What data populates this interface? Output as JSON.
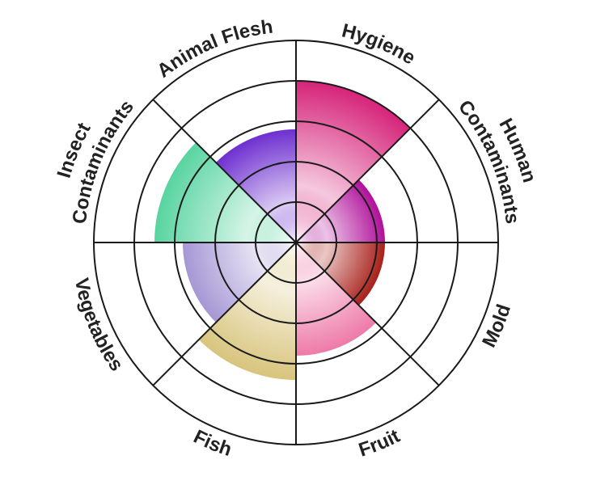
{
  "chart_data": {
    "type": "polar-area",
    "title": "",
    "rlim": [
      0,
      5
    ],
    "grid": true,
    "start_category": "Hygiene",
    "direction": "clockwise",
    "categories": [
      {
        "name": "Hygiene",
        "lines": [
          "Hygiene"
        ],
        "value": 4,
        "color": "#d6247a"
      },
      {
        "name": "Human Contaminants",
        "lines": [
          "Human",
          "Contaminants"
        ],
        "value": 2.2,
        "color": "#b0109a"
      },
      {
        "name": "Mold",
        "lines": [
          "Mold"
        ],
        "value": 2.2,
        "color": "#a8201a"
      },
      {
        "name": "Fruit",
        "lines": [
          "Fruit"
        ],
        "value": 2.8,
        "color": "#ee7aa8"
      },
      {
        "name": "Fish",
        "lines": [
          "Fish"
        ],
        "value": 3.4,
        "color": "#d8c47c"
      },
      {
        "name": "Vegetables",
        "lines": [
          "Vegetables"
        ],
        "value": 2.8,
        "color": "#a597d4"
      },
      {
        "name": "Insect Contaminants",
        "lines": [
          "Insect",
          "Contaminants"
        ],
        "value": 3.5,
        "color": "#58d4a0"
      },
      {
        "name": "Animal Flesh",
        "lines": [
          "Animal Flesh"
        ],
        "value": 2.8,
        "color": "#6e30d0"
      }
    ]
  }
}
